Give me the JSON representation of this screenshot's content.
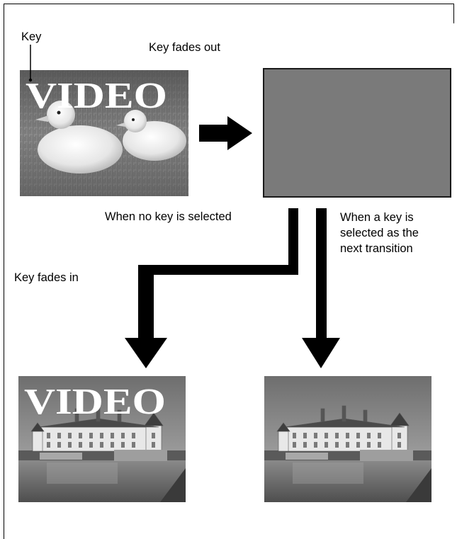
{
  "labels": {
    "key": "Key",
    "key_fades_out": "Key fades out",
    "no_key_selected": "When no key is selected",
    "key_selected": [
      "When a key is",
      "selected as the",
      "next transition"
    ],
    "key_fades_in": "Key fades in"
  },
  "overlay_text": "VIDEO",
  "colors": {
    "blank_screen": "#7a7a7a",
    "arrow": "#000000"
  }
}
